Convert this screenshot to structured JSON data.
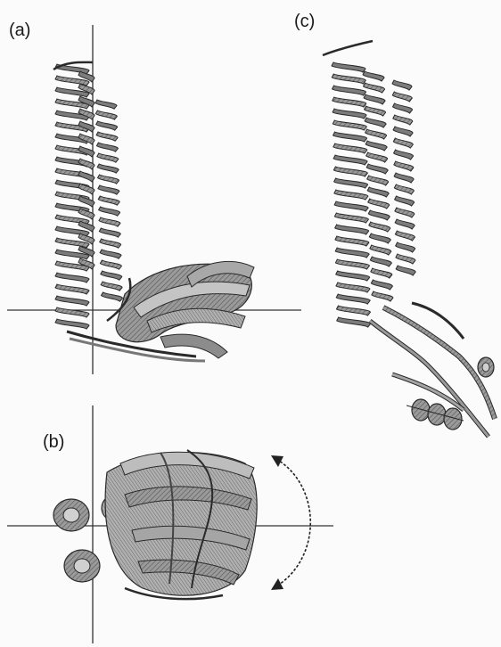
{
  "figure": {
    "background": "#fbfbfb",
    "ink": "#2a2a2a",
    "helix_fill": "#8a8a8a",
    "helix_dark": "#3a3a3a",
    "sheet_fill": "#9b9b9b",
    "panels": [
      {
        "id": "a",
        "label": "(a)"
      },
      {
        "id": "b",
        "label": "(b)"
      },
      {
        "id": "c",
        "label": "(c)"
      }
    ]
  }
}
